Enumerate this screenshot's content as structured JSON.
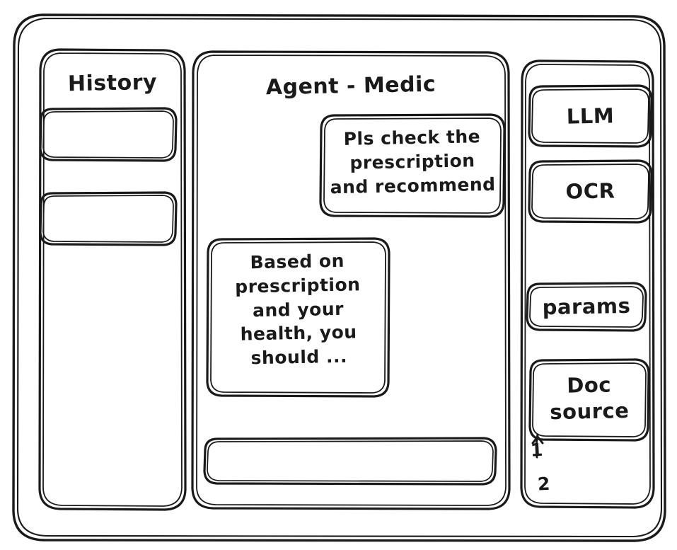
{
  "window": {
    "style": "hand-drawn-wireframe",
    "ink_color": "#1a1a1a",
    "background_color": "#ffffff"
  },
  "sidebar_left": {
    "title": "History",
    "items": [
      {
        "label": ""
      },
      {
        "label": ""
      }
    ]
  },
  "main": {
    "title": "Agent - Medic",
    "messages": [
      {
        "role": "user",
        "text": "Pls check the\nprescription\nand recommend"
      },
      {
        "role": "assistant",
        "text": "Based on\nprescription\nand your\nhealth, you\nshould ..."
      }
    ],
    "composer": {
      "value": "",
      "placeholder": ""
    }
  },
  "sidebar_right": {
    "chips": [
      {
        "label": "LLM"
      },
      {
        "label": "OCR"
      },
      {
        "label": "params"
      },
      {
        "label": "Doc\nsource"
      }
    ],
    "doc_list": [
      {
        "label": "1"
      },
      {
        "label": "2"
      }
    ]
  }
}
